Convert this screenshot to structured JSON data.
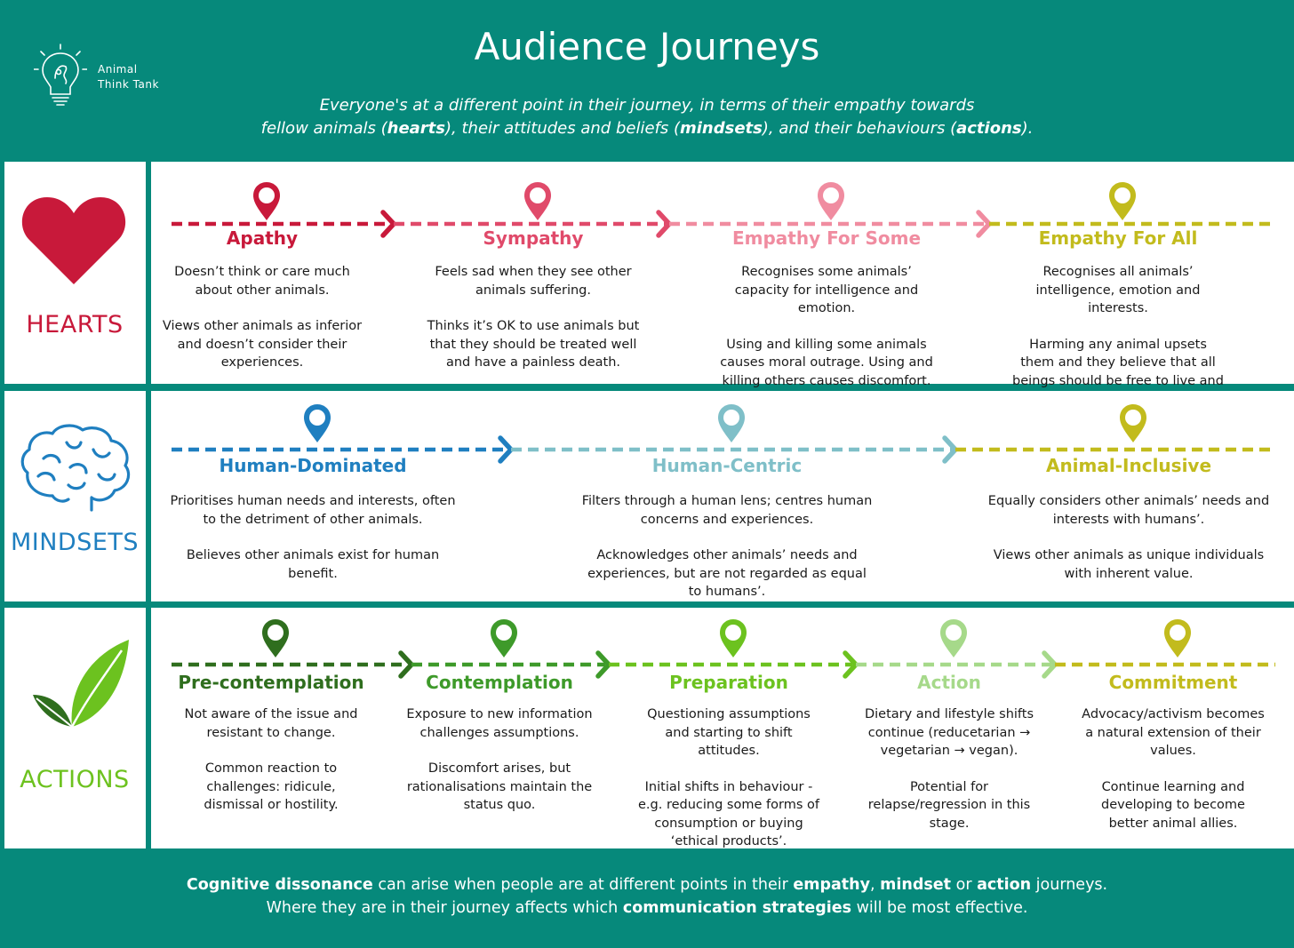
{
  "brand": {
    "name_line1": "Animal",
    "name_line2": "Think Tank"
  },
  "title": "Audience Journeys",
  "subtitle": {
    "line1": "Everyone's at a different point in their journey, in terms of their empathy towards",
    "line2_a": "fellow animals (",
    "line2_hearts": "hearts",
    "line2_b": "), their attitudes and beliefs (",
    "line2_mindsets": "mindsets",
    "line2_c": "), and their behaviours (",
    "line2_actions": "actions",
    "line2_d": ")."
  },
  "rows": {
    "hearts": {
      "label": "HEARTS",
      "label_color": "#c8193a",
      "stages": [
        {
          "title": "Apathy",
          "color": "#c8193a",
          "desc": [
            "Doesn’t think or care much about other animals.",
            "Views other animals as inferior and doesn’t consider their experiences."
          ]
        },
        {
          "title": "Sympathy",
          "color": "#e04a6a",
          "desc": [
            "Feels sad when they see other animals suffering.",
            "Thinks it’s OK to use animals but that they should be treated well and have a painless death."
          ]
        },
        {
          "title": "Empathy For Some",
          "color": "#f08ca0",
          "desc": [
            "Recognises some animals’ capacity for intelligence and emotion.",
            "Using and killing some animals causes moral outrage. Using and killing others causes discomfort."
          ]
        },
        {
          "title": "Empathy For All",
          "color": "#c2bb1d",
          "desc": [
            "Recognises all animals’ intelligence, emotion and interests.",
            "Harming any animal upsets them and they believe that all beings should be free to live and thrive."
          ]
        }
      ]
    },
    "mindsets": {
      "label": "MINDSETS",
      "label_color": "#1f7fc0",
      "stages": [
        {
          "title": "Human-Dominated",
          "color": "#1f7fc0",
          "desc": [
            "Prioritises human needs and interests, often to the detriment of other animals.",
            "Believes other animals exist for human benefit."
          ]
        },
        {
          "title": "Human-Centric",
          "color": "#7fbfc8",
          "desc": [
            "Filters through a human lens; centres human concerns and experiences.",
            "Acknowledges other animals’ needs and experiences, but are not regarded as equal to humans’."
          ]
        },
        {
          "title": "Animal-Inclusive",
          "color": "#c2bb1d",
          "desc": [
            "Equally considers other animals’ needs and interests with humans’.",
            "Views other animals as unique individuals with inherent value."
          ]
        }
      ]
    },
    "actions": {
      "label": "ACTIONS",
      "label_color": "#6dc21f",
      "stages": [
        {
          "title": "Pre-contemplation",
          "color": "#2f6e1e",
          "desc": [
            "Not aware of the issue and resistant to change.",
            "Common reaction to challenges: ridicule, dismissal or hostility."
          ]
        },
        {
          "title": "Contemplation",
          "color": "#3e9a2a",
          "desc": [
            "Exposure to new information challenges assumptions.",
            "Discomfort arises, but rationalisations maintain the status quo."
          ]
        },
        {
          "title": "Preparation",
          "color": "#6cc21f",
          "desc": [
            "Questioning assumptions and starting to shift attitudes.",
            "Initial shifts in behaviour - e.g. reducing some forms of consumption or buying ‘ethical products’."
          ]
        },
        {
          "title": "Action",
          "color": "#a6d98a",
          "desc": [
            "Dietary and lifestyle shifts continue (reducetarian → vegetarian → vegan).",
            "Potential for relapse/regression in this stage."
          ]
        },
        {
          "title": "Commitment",
          "color": "#c2bb1d",
          "desc": [
            "Advocacy/activism becomes a natural extension of their values.",
            "Continue learning and developing to become better animal allies."
          ]
        }
      ]
    }
  },
  "footer": {
    "l1_a": "Cognitive dissonance",
    "l1_b": " can arise when people are at different points in their ",
    "l1_c": "empathy",
    "l1_d": ", ",
    "l1_e": "mindset",
    "l1_f": " or ",
    "l1_g": "action",
    "l1_h": " journeys.",
    "l2_a": "Where they are in their journey affects which ",
    "l2_b": "communication strategies",
    "l2_c": " will be most effective."
  },
  "icons": [
    "lightbulb-icon",
    "heart-icon",
    "brain-icon",
    "leaf-icon",
    "map-pin-icon",
    "chevron-right-icon"
  ]
}
